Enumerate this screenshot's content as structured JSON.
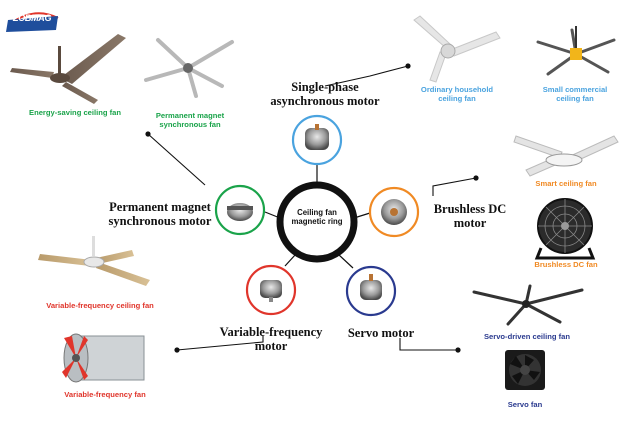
{
  "logo": {
    "text": "ZOBMAG"
  },
  "center": {
    "label_line1": "Ceiling fan",
    "label_line2": "magnetic ring"
  },
  "motors": {
    "single_phase": {
      "line1": "Single-phase",
      "line2": "asynchronous motor"
    },
    "pm_sync": {
      "line1": "Permanent magnet",
      "line2": "synchronous motor"
    },
    "bldc": {
      "line1": "Brushless DC",
      "line2": "motor"
    },
    "vf": {
      "line1": "Variable-frequency",
      "line2": "motor"
    },
    "servo": {
      "line1": "Servo motor"
    }
  },
  "fans": {
    "energy_saving": "Energy-saving ceiling fan",
    "pm_sync_fan_line1": "Permanent magnet",
    "pm_sync_fan_line2": "synchronous fan",
    "ordinary_line1": "Ordinary household",
    "ordinary_line2": "ceiling fan",
    "small_comm_line1": "Small commercial",
    "small_comm_line2": "ceiling fan",
    "smart": "Smart ceiling fan",
    "bldc_fan": "Brushless DC fan",
    "vf_ceiling": "Variable-frequency ceiling fan",
    "vf_fan": "Variable-frequency fan",
    "servo_ceiling": "Servo-driven ceiling fan",
    "servo_fan": "Servo fan"
  },
  "colors": {
    "green": "#1aa34a",
    "light_blue": "#4aa3df",
    "orange": "#f08a24",
    "red": "#e0352b",
    "dark_blue": "#2a3a8f",
    "ring": "#111111",
    "logo": "#1f4e9c"
  }
}
